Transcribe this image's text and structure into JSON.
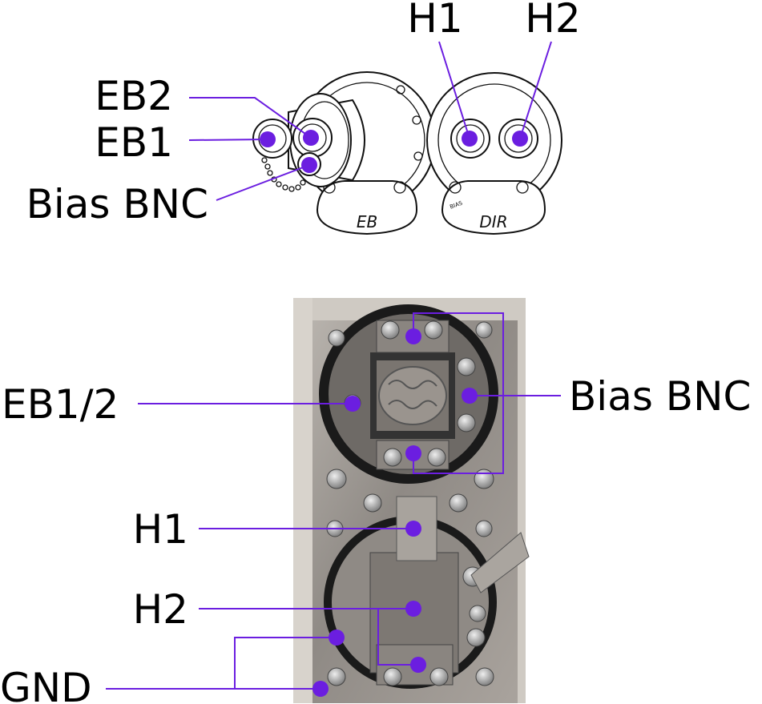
{
  "diagram": {
    "top_labels": {
      "eb2": "EB2",
      "eb1": "EB1",
      "bias_bnc": "Bias BNC",
      "h1": "H1",
      "h2": "H2"
    },
    "flange_labels": {
      "eb": "EB",
      "dir": "DIR",
      "bias": "BIAS"
    },
    "bottom_labels": {
      "eb12": "EB1/2",
      "bias_bnc": "Bias BNC",
      "h1": "H1",
      "h2": "H2",
      "gnd": "GND"
    },
    "accent_color": "#6b1ee0"
  }
}
